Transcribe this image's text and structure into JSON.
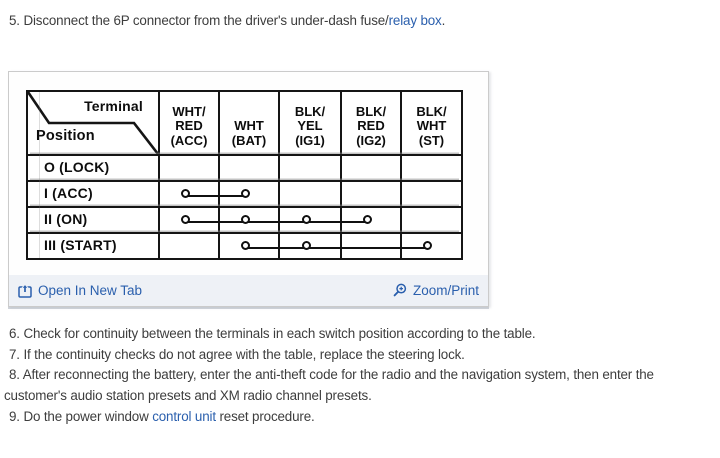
{
  "steps": {
    "step5": {
      "prefix": "5. Disconnect the 6P connector from the driver's under-dash fuse/",
      "link_text": "relay box",
      "suffix": "."
    },
    "step6": "6. Check for continuity between the terminals in each switch position according to the table.",
    "step7": "7. If the continuity checks do not agree with the table, replace the steering lock.",
    "step8_line1": "8. After reconnecting the battery, enter the anti-theft code for the radio and the navigation system, then enter the",
    "step8_line2": "customer's audio station presets and XM radio channel presets.",
    "step9": {
      "prefix": "9. Do the power window ",
      "link_text": "control unit",
      "suffix": " reset procedure."
    }
  },
  "figure": {
    "toolbar": {
      "open_in_new_tab": "Open In New Tab",
      "zoom_print": "Zoom/Print"
    },
    "link_color": "#2a5fad",
    "toolbar_bg": "#eef1f6"
  },
  "chart_data": {
    "type": "table",
    "corner_labels": {
      "top_right": "Terminal",
      "bottom_left": "Position"
    },
    "columns": [
      "WHT/RED (ACC)",
      "WHT (BAT)",
      "BLK/YEL (IG1)",
      "BLK/RED (IG2)",
      "BLK/WHT (ST)"
    ],
    "column_display": [
      "WHT/\nRED\n(ACC)",
      "WHT\n(BAT)",
      "BLK/\nYEL\n(IG1)",
      "BLK/\nRED\n(IG2)",
      "BLK/\nWHT\n(ST)"
    ],
    "rows": [
      "O (LOCK)",
      "I (ACC)",
      "II (ON)",
      "III (START)"
    ],
    "continuity": [
      {
        "position": "O (LOCK)",
        "connected_terminals": []
      },
      {
        "position": "I (ACC)",
        "connected_terminals": [
          "WHT/RED (ACC)",
          "WHT (BAT)"
        ]
      },
      {
        "position": "II (ON)",
        "connected_terminals": [
          "WHT/RED (ACC)",
          "WHT (BAT)",
          "BLK/YEL (IG1)",
          "BLK/RED (IG2)"
        ]
      },
      {
        "position": "III (START)",
        "connected_terminals": [
          "WHT (BAT)",
          "BLK/YEL (IG1)",
          "BLK/WHT (ST)"
        ]
      }
    ],
    "connection_indices": [
      [],
      [
        0,
        1
      ],
      [
        0,
        1,
        2,
        3
      ],
      [
        1,
        2,
        4
      ]
    ]
  }
}
